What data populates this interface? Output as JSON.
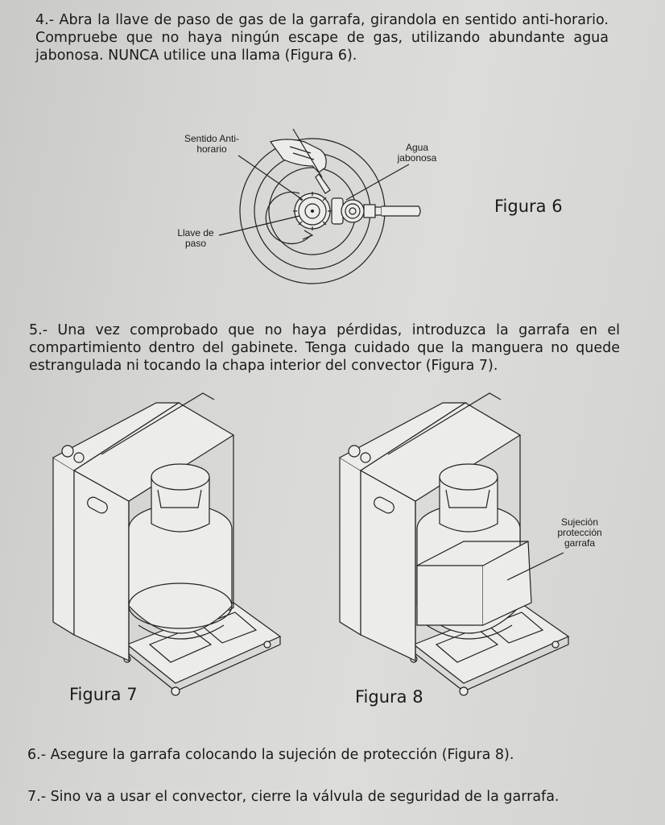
{
  "step4": "4.- Abra la llave de paso de gas de la garrafa, girandola en sentido anti-horario. Compruebe que no haya ningún escape de gas, utilizando abundante agua jabonosa. NUNCA utilice una llama (Figura 6).",
  "figure6": {
    "title": "Figura 6",
    "label_direction": "Sentido Anti-horario",
    "label_water": "Agua jabonosa",
    "label_valve": "Llave de paso"
  },
  "step5": "5.- Una vez comprobado que no haya pérdidas, introduzca la garrafa en el compartimiento dentro del gabinete. Tenga cuidado que la manguera no quede estrangulada ni tocando la chapa interior del convector (Figura 7).",
  "figure7": {
    "title": "Figura 7"
  },
  "figure8": {
    "title": "Figura 8",
    "label_bracket": "Sujeción protección garrafa"
  },
  "step6": "6.- Asegure la garrafa colocando la sujeción de protección (Figura 8).",
  "step7": "7.- Sino va a usar el convector, cierre la válvula de seguridad de la garrafa."
}
